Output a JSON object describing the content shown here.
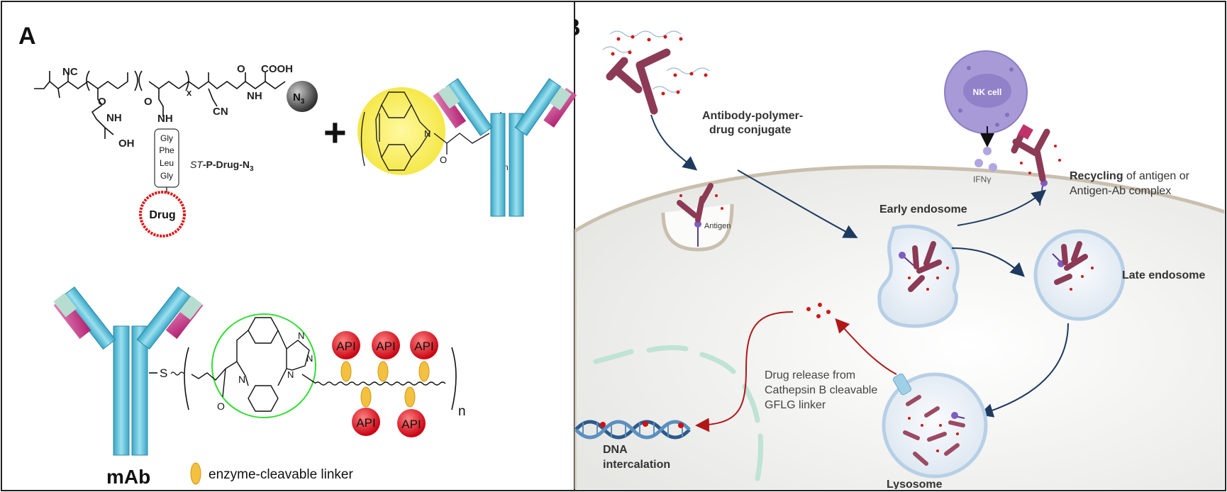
{
  "panelA": {
    "label": "A",
    "chem": {
      "nc": "NC",
      "cooh": "COOH",
      "n3_main": "N",
      "n3_sub": "3",
      "nh1": "NH",
      "nh2": "NH",
      "nh3": "NH",
      "o1": "O",
      "o2": "O",
      "o3": "O",
      "oh": "OH",
      "cn": "CN",
      "x": "x",
      "gly1": "Gly",
      "phe": "Phe",
      "leu": "Leu",
      "gly2": "Gly",
      "drug": "Drug",
      "compound_st": "ST",
      "compound_main": "-P-Drug-N",
      "compound_sub": "3"
    },
    "plus": "+",
    "dbco": {
      "n_label": "N",
      "o_label": "O",
      "sub_n": "n"
    },
    "conjugate": {
      "s_label": "S",
      "n_label": "N",
      "o_label": "O",
      "triazole_n1": "N",
      "triazole_n2": "N",
      "triazole_n3": "N",
      "api_labels": [
        "API",
        "API",
        "API",
        "API",
        "API"
      ],
      "sub_n": "n"
    },
    "mab_label": "mAb",
    "legend_linker": "enzyme-cleavable linker"
  },
  "panelB": {
    "label": "B",
    "conjugate_label_1": "Antibody-polymer-",
    "conjugate_label_2": "drug conjugate",
    "nk_cell": "NK cell",
    "ifn": "IFNγ",
    "recycling_bold": "Recycling",
    "recycling_rest": " of antigen or",
    "recycling_line2": "Antigen-Ab complex",
    "antigen": "Antigen",
    "early_endosome": "Early endosome",
    "late_endosome": "Late endosome",
    "release_1": "Drug release from",
    "release_2": "Cathepsin B cleavable",
    "release_3": "GFLG linker",
    "dna_1": "DNA",
    "dna_2": "intercalation",
    "lysosome": "Lysosome"
  },
  "colors": {
    "antibody_blue": "#5bbcd6",
    "antibody_magenta": "#c0317f",
    "antibody_mint": "#b7ddd0",
    "drug_red": "#e01010",
    "linker_yellow": "#f3c040",
    "api_red": "#e8202a",
    "dbco_yellow": "#f7ef60",
    "triazole_green": "#33dd33",
    "conjugate_maroon": "#8c3a55",
    "nk_purple": "#a89ad6",
    "arrow_navy": "#1e3a5f",
    "arrow_red": "#b01818",
    "vesicle_blue": "#b7cfe6"
  }
}
